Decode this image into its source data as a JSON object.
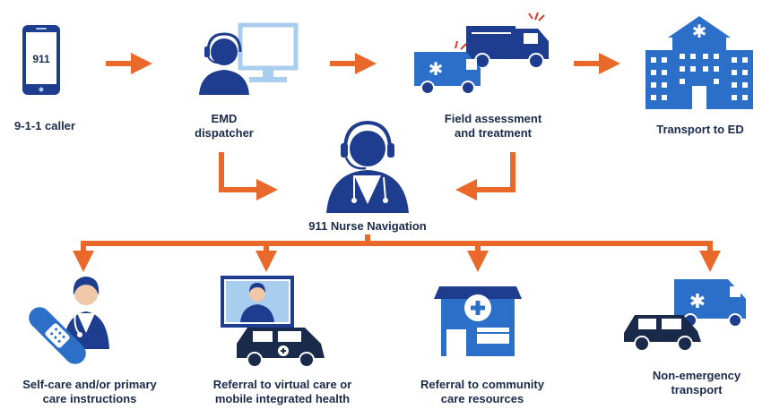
{
  "colors": {
    "navy": "#1f3d8f",
    "blue": "#2c6fc9",
    "light_blue": "#a9cdee",
    "orange": "#e8692a",
    "text": "#1a2a4a",
    "skin": "#f0c7a8",
    "bandage": "#2c6fc9"
  },
  "nodes": {
    "caller": {
      "label": "9-1-1 caller",
      "phone_text": "911"
    },
    "dispatcher": {
      "line1": "EMD",
      "line2": "dispatcher"
    },
    "field": {
      "line1": "Field assessment",
      "line2": "and treatment"
    },
    "transport_ed": {
      "label": "Transport to ED"
    },
    "nurse": {
      "label": "911 Nurse Navigation"
    }
  },
  "outcomes": [
    {
      "line1": "Self-care and/or primary",
      "line2": "care instructions",
      "icon": "bandage-doctor-icon"
    },
    {
      "line1": "Referral to virtual care or",
      "line2": "mobile integrated health",
      "icon": "telehealth-car-icon"
    },
    {
      "line1": "Referral to community",
      "line2": "care resources",
      "icon": "clinic-icon"
    },
    {
      "line1": "Non-emergency",
      "line2": "transport",
      "icon": "ambulance-car-icon"
    }
  ]
}
